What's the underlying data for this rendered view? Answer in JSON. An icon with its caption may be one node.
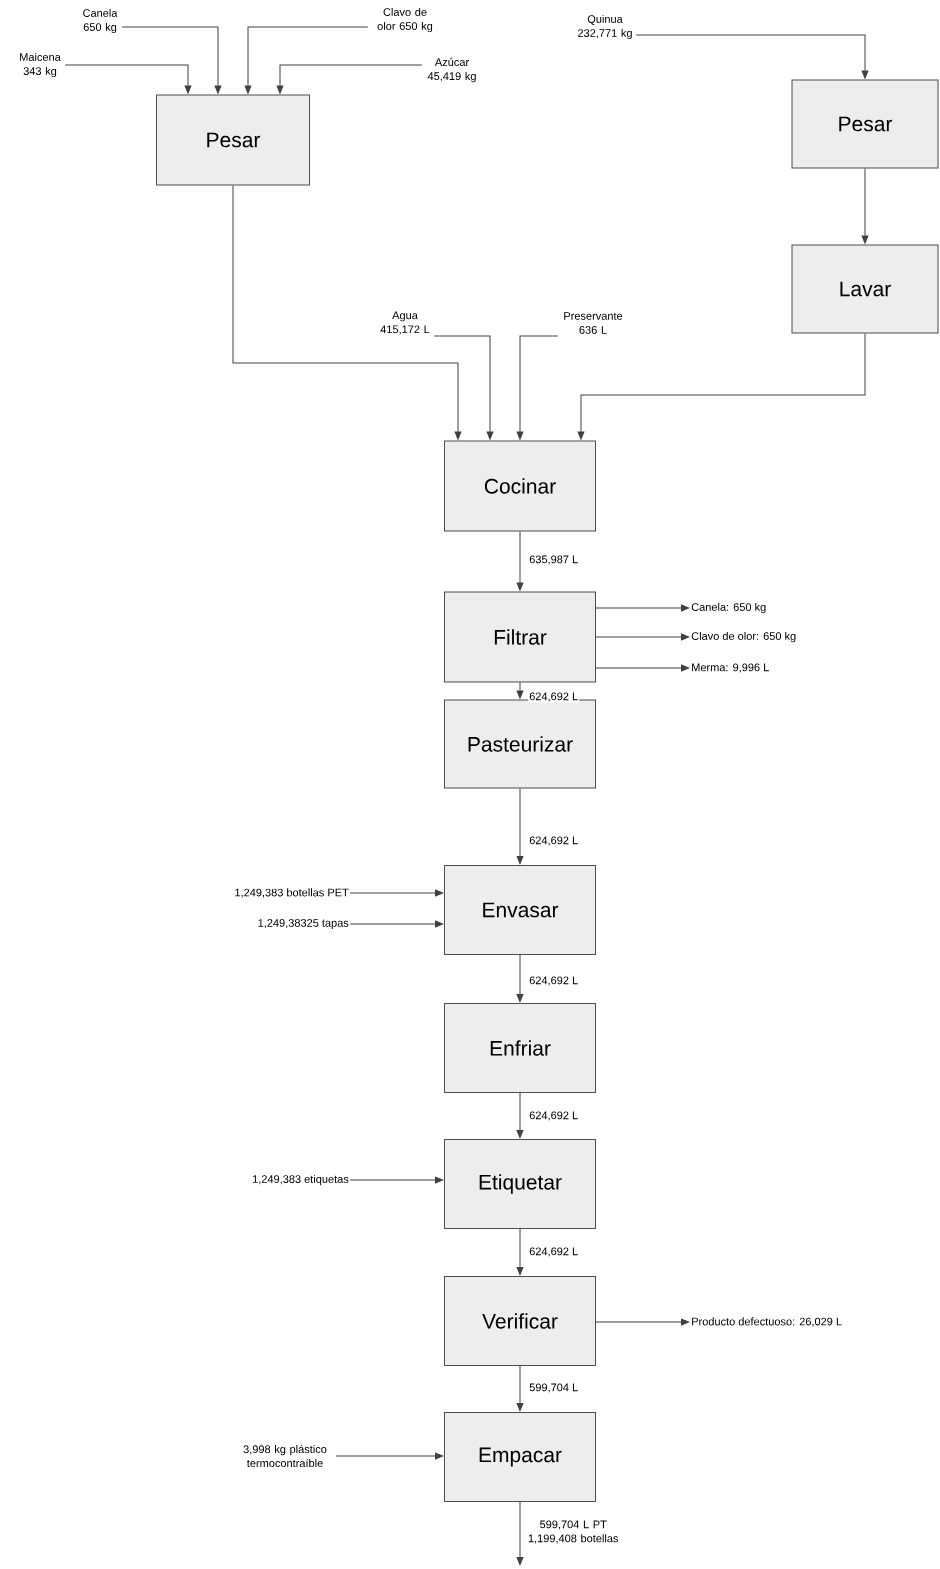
{
  "diagram": {
    "nodes": [
      {
        "text": [
          "Canela 650 kg"
        ]
      },
      {
        "text": [
          "Clavo de olor 650 kg"
        ]
      },
      {
        "text": [
          "Quinua 232,771 kg"
        ]
      },
      {
        "text": [
          "Maicena 343 kg"
        ]
      },
      {
        "text": [
          "Azúcar 45,419 kg"
        ]
      },
      {
        "text": [
          "Pesar"
        ]
      },
      {
        "text": [
          "Pesar"
        ]
      },
      {
        "text": [
          "Lavar"
        ]
      },
      {
        "text": [
          "Agua 415,172 L"
        ]
      },
      {
        "text": [
          "Preservante 636 L"
        ]
      },
      {
        "text": [
          "Cocinar"
        ]
      },
      {
        "text": [
          "Filtrar"
        ]
      },
      {
        "text": [
          "Canela: 650 kg"
        ]
      },
      {
        "text": [
          "Clavo de olor: 650 kg"
        ]
      },
      {
        "text": [
          "Merma: 9,996 L"
        ]
      },
      {
        "text": [
          "Pasteurizar"
        ]
      },
      {
        "text": [
          "1,249,383 botellas PET"
        ]
      },
      {
        "text": [
          "1,249,38325 tapas"
        ]
      },
      {
        "text": [
          "Envasar"
        ]
      },
      {
        "text": [
          "Enfriar"
        ]
      },
      {
        "text": [
          "1,249,383 etiquetas"
        ]
      },
      {
        "text": [
          "Etiquetar"
        ]
      },
      {
        "text": [
          "Verificar"
        ]
      },
      {
        "text": [
          "Producto defectuoso: 26,029 L"
        ]
      },
      {
        "text": [
          "3,998 kg plástico termocontraíble"
        ]
      },
      {
        "text": [
          "Empacar"
        ]
      }
    ],
    "edges": [
      {
        "from": 0,
        "to": 5,
        "arrow": "to"
      },
      {
        "from": 1,
        "to": 5,
        "arrow": "to"
      },
      {
        "from": 3,
        "to": 5,
        "arrow": "to"
      },
      {
        "from": 4,
        "to": 5,
        "arrow": "to"
      },
      {
        "from": 2,
        "to": 6,
        "arrow": "to"
      },
      {
        "from": 5,
        "to": 10,
        "arrow": "to"
      },
      {
        "from": 6,
        "to": 7,
        "arrow": "to"
      },
      {
        "from": 8,
        "to": 10,
        "arrow": "to"
      },
      {
        "from": 9,
        "to": 10,
        "arrow": "to"
      },
      {
        "from": 7,
        "to": 10,
        "arrow": "to"
      },
      {
        "from": 10,
        "to": 11,
        "arrow": "to",
        "label": "635,987 L"
      },
      {
        "from": 11,
        "to": 12,
        "arrow": "to"
      },
      {
        "from": 11,
        "to": 13,
        "arrow": "to"
      },
      {
        "from": 11,
        "to": 14,
        "arrow": "to"
      },
      {
        "from": 11,
        "to": 15,
        "arrow": "to",
        "label": "624,692 L"
      },
      {
        "from": 15,
        "to": 18,
        "arrow": "to",
        "label": "624,692 L"
      },
      {
        "from": 16,
        "to": 18,
        "arrow": "to"
      },
      {
        "from": 17,
        "to": 18,
        "arrow": "to"
      },
      {
        "from": 18,
        "to": 19,
        "arrow": "to",
        "label": "624,692 L"
      },
      {
        "from": 19,
        "to": 21,
        "arrow": "to",
        "label": "624,692 L"
      },
      {
        "from": 20,
        "to": 21,
        "arrow": "to"
      },
      {
        "from": 21,
        "to": 22,
        "arrow": "to",
        "label": "624,692 L"
      },
      {
        "from": 22,
        "to": 23,
        "arrow": "to"
      },
      {
        "from": 22,
        "to": 25,
        "arrow": "to",
        "label": "599,704 L"
      },
      {
        "from": 24,
        "to": 25,
        "arrow": "to"
      },
      {
        "from": 25,
        "to": null,
        "arrow": "to",
        "label": "599,704 L PT 1,199,408 botellas"
      }
    ]
  }
}
